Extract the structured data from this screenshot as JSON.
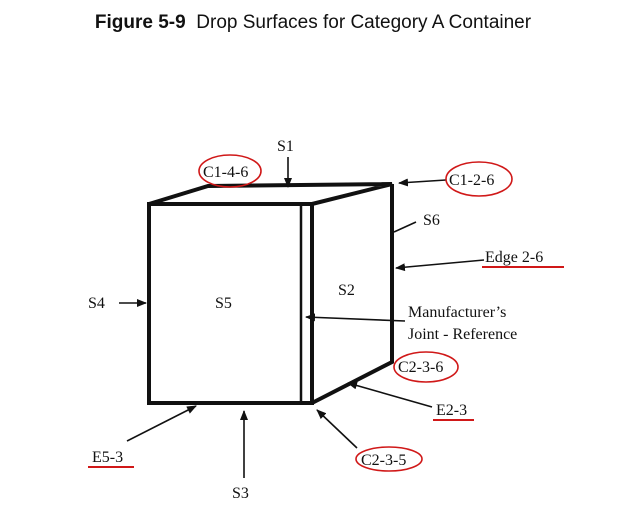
{
  "figure": {
    "number": "Figure 5-9",
    "title": "Drop Surfaces for Category A Container"
  },
  "labels": {
    "s1": "S1",
    "s2": "S2",
    "s3": "S3",
    "s4": "S4",
    "s5": "S5",
    "s6": "S6",
    "c146": "C1-4-6",
    "c126": "C1-2-6",
    "c236": "C2-3-6",
    "c235": "C2-3-5",
    "edge26": "Edge 2-6",
    "e23": "E2-3",
    "e53": "E5-3",
    "joint_line1": "Manufacturer’s",
    "joint_line2": "Joint - Reference"
  },
  "colors": {
    "highlight": "#d01818",
    "ink": "#111111"
  }
}
